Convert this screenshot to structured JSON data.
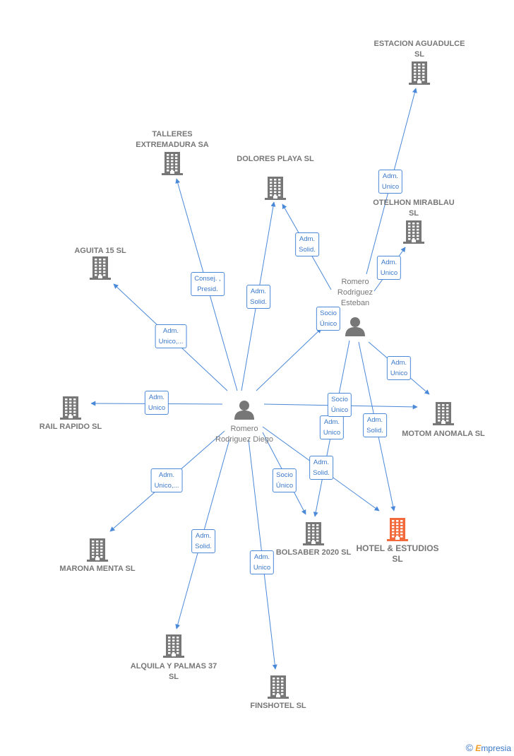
{
  "colors": {
    "edge": "#4a88d8",
    "company_grey": "#777777",
    "company_main": "#f26a3c",
    "person": "#777777"
  },
  "persons": [
    {
      "id": "diego",
      "name": "Romero Rodriguez Diego"
    },
    {
      "id": "esteban",
      "name": "Romero Rodriguez Esteban"
    }
  ],
  "companies": [
    {
      "id": "estacion",
      "name": "ESTACION AGUADULCE SL"
    },
    {
      "id": "talleres",
      "name": "TALLERES EXTREMADURA SA"
    },
    {
      "id": "dolores",
      "name": "DOLORES PLAYA SL"
    },
    {
      "id": "otelhon",
      "name": "OTELHON MIRABLAU SL"
    },
    {
      "id": "aguita",
      "name": "AGUITA 15 SL"
    },
    {
      "id": "rail",
      "name": "RAIL RAPIDO SL"
    },
    {
      "id": "motom",
      "name": "MOTOM ANOMALA SL"
    },
    {
      "id": "marona",
      "name": "MARONA MENTA SL"
    },
    {
      "id": "bolsaber",
      "name": "BOLSABER 2020 SL"
    },
    {
      "id": "hotel",
      "name": "HOTEL & ESTUDIOS SL",
      "main": true
    },
    {
      "id": "alquila",
      "name": "ALQUILA Y PALMAS 37 SL"
    },
    {
      "id": "finshotel",
      "name": "FINSHOTEL SL"
    }
  ],
  "edges": [
    {
      "from": "esteban",
      "to": "estacion",
      "label": [
        "Adm.",
        "Unico"
      ]
    },
    {
      "from": "esteban",
      "to": "dolores",
      "label": [
        "Adm.",
        "Solid."
      ]
    },
    {
      "from": "esteban",
      "to": "otelhon",
      "label": [
        "Adm.",
        "Unico"
      ]
    },
    {
      "from": "esteban",
      "to": "motom",
      "label": [
        "Adm.",
        "Unico"
      ]
    },
    {
      "from": "esteban",
      "to": "bolsaber",
      "label": [
        "Adm.",
        "Unico"
      ]
    },
    {
      "from": "esteban",
      "to": "hotel",
      "label": [
        "Adm.",
        "Solid."
      ]
    },
    {
      "from": "diego",
      "to": "talleres",
      "label": [
        "Consej. ,",
        "Presid."
      ]
    },
    {
      "from": "diego",
      "to": "dolores",
      "label": [
        "Adm.",
        "Solid."
      ]
    },
    {
      "from": "diego",
      "to": "aguita",
      "label": [
        "Adm.",
        "Unico,..."
      ]
    },
    {
      "from": "diego",
      "to": "esteban",
      "label": [
        "Socio",
        "Único"
      ]
    },
    {
      "from": "diego",
      "to": "rail",
      "label": [
        "Adm.",
        "Unico"
      ]
    },
    {
      "from": "diego",
      "to": "motom",
      "label": [
        "Socio",
        "Único"
      ]
    },
    {
      "from": "diego",
      "to": "marona",
      "label": [
        "Adm.",
        "Unico,..."
      ]
    },
    {
      "from": "diego",
      "to": "bolsaber",
      "label": [
        "Socio",
        "Único"
      ]
    },
    {
      "from": "diego",
      "to": "hotel",
      "label": [
        "Adm.",
        "Solid."
      ]
    },
    {
      "from": "diego",
      "to": "alquila",
      "label": [
        "Adm.",
        "Solid."
      ]
    },
    {
      "from": "diego",
      "to": "finshotel",
      "label": [
        "Adm.",
        "Unico"
      ]
    }
  ],
  "footer": {
    "copyright": "©",
    "brand_initial": "E",
    "brand_rest": "mpresia"
  }
}
